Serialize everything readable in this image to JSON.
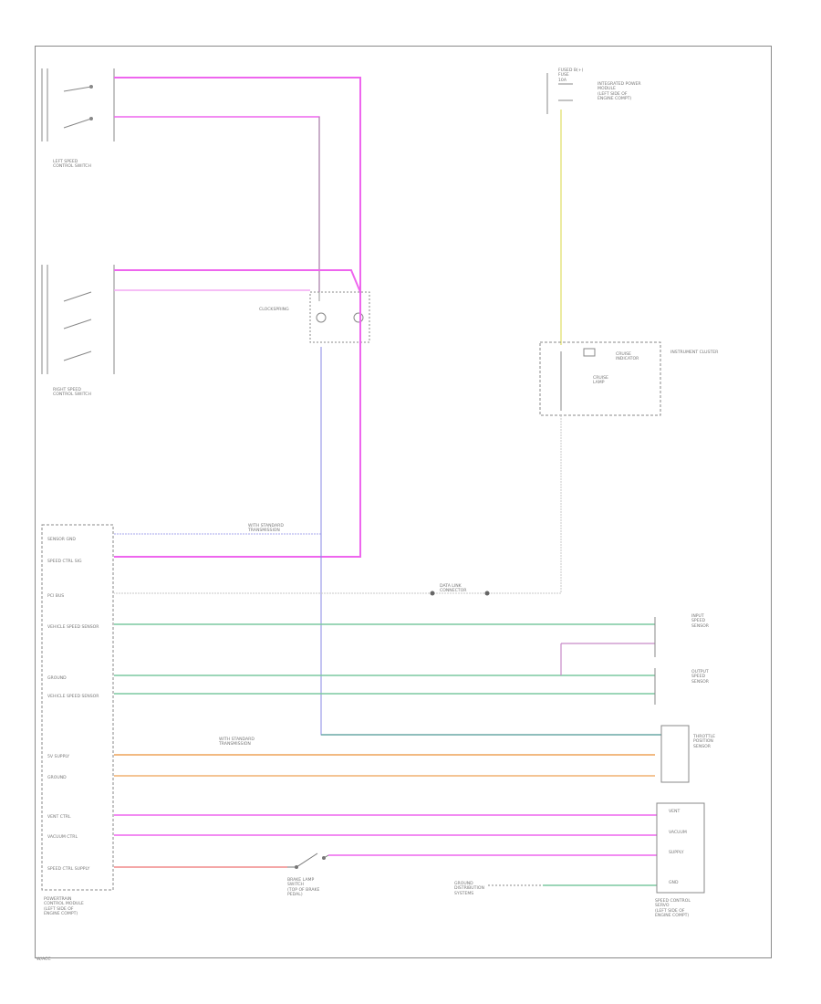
{
  "colors": {
    "violet": "#ee66ee",
    "violet_light": "#f4a8f4",
    "yellow": "#e8e68a",
    "blue": "#8a8ae6",
    "teal": "#6aa8a6",
    "green": "#7cc8a0",
    "orange": "#f0b070",
    "red": "#f08a8a",
    "gray": "#b0b0b0",
    "dark_gray": "#7a7a7a"
  },
  "labels": {
    "left_speed_switch": "LEFT SPEED\nCONTROL SWITCH",
    "right_speed_switch": "RIGHT SPEED\nCONTROL SWITCH",
    "clockspring": "CLOCKSPRING",
    "fuse_block": "FUSED B(+)\nFUSE\n10A",
    "fuse_desc": "INTEGRATED POWER\nMODULE\n(LEFT SIDE OF\nENGINE COMPT)",
    "cluster": "INSTRUMENT\nCLUSTER",
    "cruise_indicator": "CRUISE\nINDICATOR",
    "cruise_lamp": "CRUISE\nLAMP",
    "pcm": "POWERTRAIN\nCONTROL MODULE\n(LEFT SIDE OF\nENGINE COMPT)",
    "pcm_pins": [
      "SENSOR GND",
      "SPEED CTRL SIG",
      "PCI BUS",
      "VEHICLE SPEED SENSOR",
      "GROUND",
      "VEHICLE SPEED SENSOR",
      "5V SUPPLY",
      "GROUND",
      "VENT CTRL",
      "VACUUM CTRL",
      "SPEED CTRL SUPPLY"
    ],
    "brake_switch": "BRAKE LAMP\nSWITCH\n(TOP OF BRAKE\nPEDAL)",
    "servo": "SPEED CONTROL\nSERVO\n(LEFT SIDE OF\nENGINE COMPT)",
    "servo_pins": [
      "VENT",
      "VACUUM",
      "SUPPLY",
      "GND"
    ],
    "vss_input": "INPUT\nSPEED\nSENSOR",
    "vss_output": "OUTPUT\nSPEED\nSENSOR",
    "tps": "THROTTLE\nPOSITION\nSENSOR",
    "data_link": "DATA LINK\nCONNECTOR",
    "ground_label": "GROUND\nDISTRIBUTION\nSYSTEMS",
    "splice_note": "WITH STANDARD\nTRANSMISSION",
    "splice_note_2": "WITH STANDARD\nTRANSMISSION",
    "footer": "W/ACC"
  }
}
